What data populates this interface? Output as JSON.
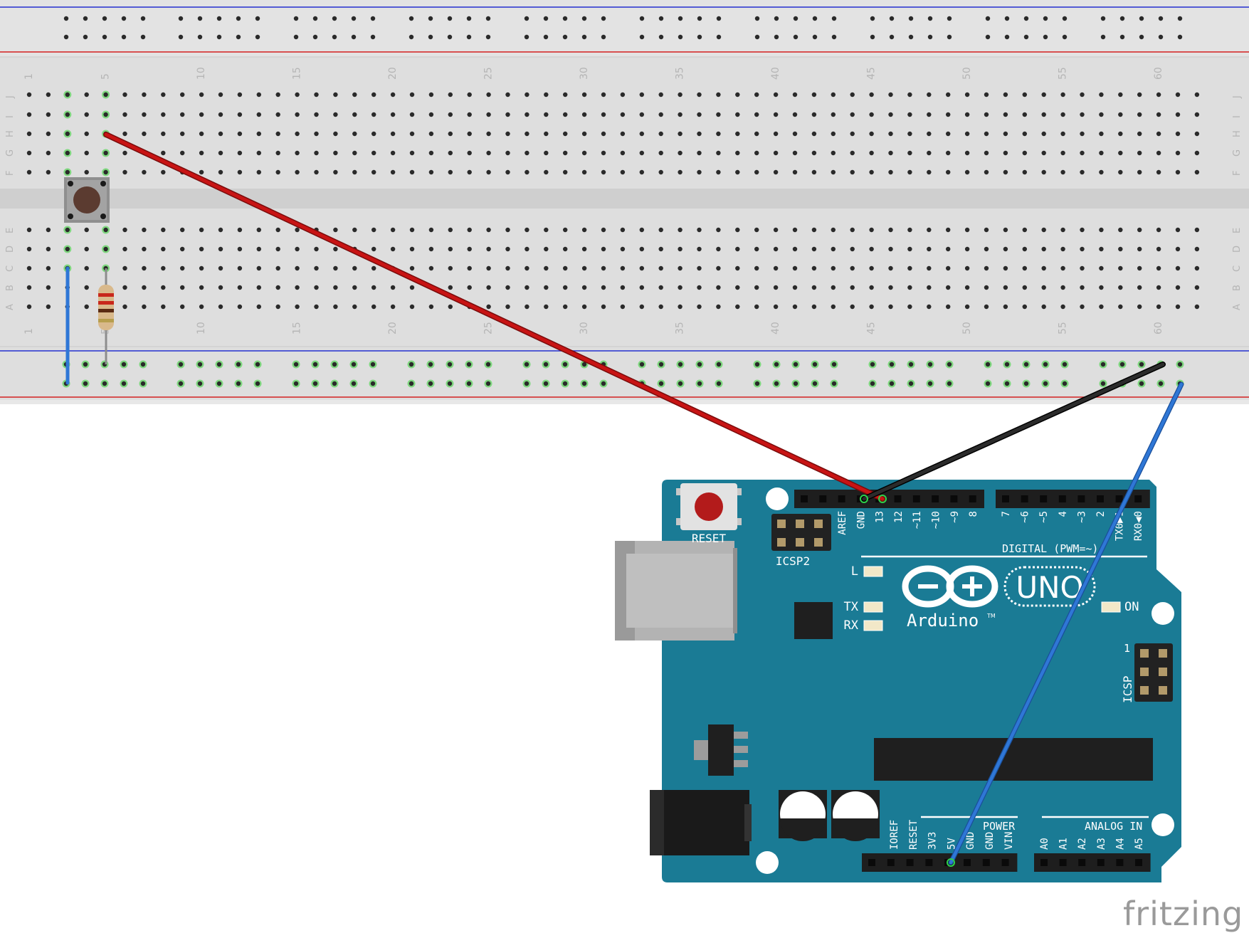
{
  "app": {
    "watermark": "fritzing"
  },
  "breadboard": {
    "column_markers": [
      "1",
      "5",
      "10",
      "15",
      "20",
      "25",
      "30",
      "35",
      "40",
      "45",
      "50",
      "55",
      "60"
    ],
    "rows_top": [
      "J",
      "I",
      "H",
      "G",
      "F"
    ],
    "rows_bottom": [
      "E",
      "D",
      "C",
      "B",
      "A"
    ],
    "rail_colors": {
      "negative": "#1f2fd6",
      "positive": "#d42020"
    }
  },
  "arduino": {
    "logo_text": "Arduino",
    "trademark": "TM",
    "model": "UNO",
    "reset_label": "RESET",
    "icsp2_label": "ICSP2",
    "icsp_label": "ICSP",
    "icsp_pin1": "1",
    "digital_label": "DIGITAL (PWM=~)",
    "power_label": "POWER",
    "analog_label": "ANALOG IN",
    "led_labels": {
      "l": "L",
      "tx": "TX",
      "rx": "RX",
      "on": "ON"
    },
    "digital_pins_left": [
      "AREF",
      "GND",
      "13",
      "12",
      "~11",
      "~10",
      "~9",
      "8"
    ],
    "digital_pins_right": [
      "7",
      "~6",
      "~5",
      "4",
      "~3",
      "2",
      "TX0▶1",
      "RX0◀0"
    ],
    "power_pins": [
      "IOREF",
      "RESET",
      "3V3",
      "5V",
      "GND",
      "GND",
      "VIN"
    ],
    "analog_pins": [
      "A0",
      "A1",
      "A2",
      "A3",
      "A4",
      "A5"
    ],
    "board_color": "#1a7b95"
  },
  "wires": [
    {
      "color": "#c81414",
      "from": "breadboard H5",
      "to": "Arduino pin 13"
    },
    {
      "color": "#222222",
      "from": "breadboard ground rail",
      "to": "Arduino GND"
    },
    {
      "color": "#2f77d6",
      "from": "breadboard power rail",
      "to": "Arduino 5V"
    },
    {
      "color": "#2f77d6",
      "from": "breadboard C3",
      "to": "power rail"
    }
  ],
  "components": {
    "button": {
      "name": "pushbutton"
    },
    "resistor": {
      "name": "resistor"
    }
  }
}
